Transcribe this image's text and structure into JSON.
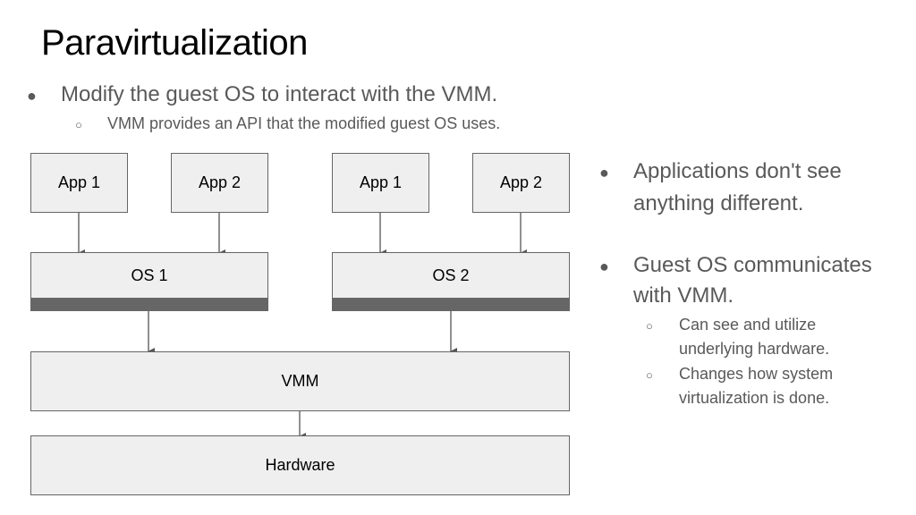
{
  "slide": {
    "title": "Paravirtualization",
    "bullets": [
      {
        "text": "Modify the guest OS to interact with the VMM.",
        "sub": [
          "VMM provides an API that the modified guest OS uses."
        ]
      }
    ],
    "right_bullets": [
      {
        "text": "Applications don't see anything different.",
        "sub": []
      },
      {
        "text": "Guest OS communicates with VMM.",
        "sub": [
          "Can see and utilize underlying hardware.",
          "Changes how system virtualization is done."
        ]
      }
    ],
    "bullet_glyph": "●",
    "sub_bullet_glyph": "○"
  },
  "diagram": {
    "vm1": {
      "apps": [
        "App 1",
        "App 2"
      ],
      "os": "OS 1"
    },
    "vm2": {
      "apps": [
        "App 1",
        "App 2"
      ],
      "os": "OS 2"
    },
    "vmm": "VMM",
    "hardware": "Hardware"
  },
  "colors": {
    "box_fill": "#efefef",
    "box_border": "#666666",
    "os_bar": "#666666",
    "bullet_text": "#595959"
  }
}
